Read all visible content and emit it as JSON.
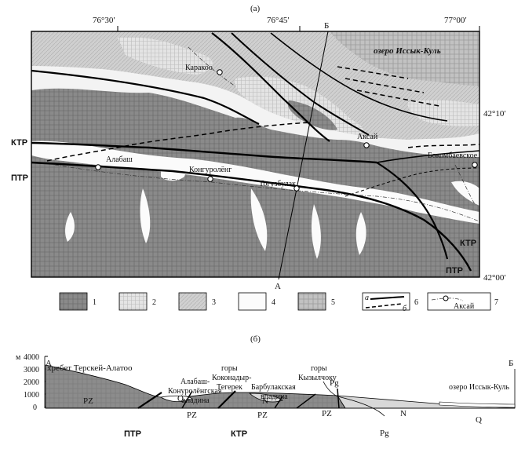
{
  "panel_a": {
    "label": "(а)",
    "coords_top": [
      "76°30′",
      "76°45′",
      "77°00′"
    ],
    "coords_right": [
      "42°10′",
      "42°00′"
    ],
    "lake": "озеро Иссык-Куль",
    "places": [
      "Каракоо",
      "Аксай",
      "Алабаш",
      "Конгуролёнг",
      "Тогузбулак",
      "Бокомбаевское"
    ],
    "faults": {
      "ktr": "КТР",
      "ptr": "ПТР"
    },
    "section_ends": {
      "a": "А",
      "b": "Б"
    }
  },
  "legend": {
    "items": [
      "1",
      "2",
      "3",
      "4",
      "5",
      "6",
      "7"
    ],
    "line_a": "а",
    "line_b": "б",
    "settlement": "Аксай"
  },
  "panel_b": {
    "label": "(б)",
    "ends": {
      "a": "А",
      "b": "Б"
    },
    "yunit": "м",
    "yticks": [
      "4000",
      "3000",
      "2000",
      "1000",
      "0"
    ],
    "ranges": {
      "terskey": "хребет Терскей-Алатоо",
      "alabash1": "Алабаш-",
      "alabash2": "Конуролёнгская",
      "alabash3": "впадина",
      "kok1": "горы",
      "kok2": "Коконадыр-",
      "kok3": "Тегерек",
      "barb1": "Барбулакская",
      "barb2": "впадина",
      "kyz1": "горы",
      "kyz2": "Кызылчоку",
      "lake": "озеро Иссык-Куль"
    },
    "units": {
      "pz": "PZ",
      "q": "Q",
      "n": "N",
      "pg": "Pg"
    },
    "faults": {
      "ptr": "ПТР",
      "ktr": "КТР"
    }
  }
}
